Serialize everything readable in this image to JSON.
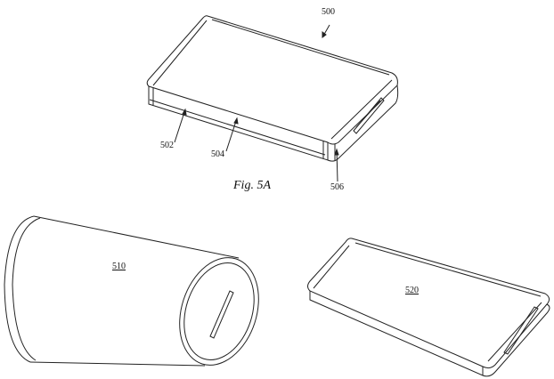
{
  "figure_caption": "Fig. 5A",
  "labels": {
    "device_500": "500",
    "edge_502": "502",
    "side_504": "504",
    "end_506": "506",
    "device_510": "510",
    "device_520": "520"
  }
}
